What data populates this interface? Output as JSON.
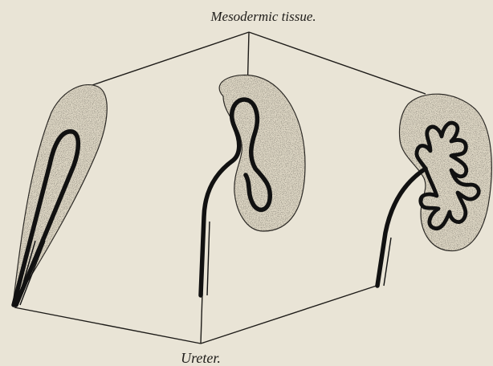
{
  "labels": {
    "top": "Mesodermic tissue.",
    "bottom": "Ureter."
  },
  "figure": {
    "stages": [
      "early-bud",
      "bent-stage",
      "branched-stage"
    ],
    "colors": {
      "paper": "#e9e4d6",
      "ink": "#141414",
      "tissue_fill": "#ddd6c4"
    }
  }
}
